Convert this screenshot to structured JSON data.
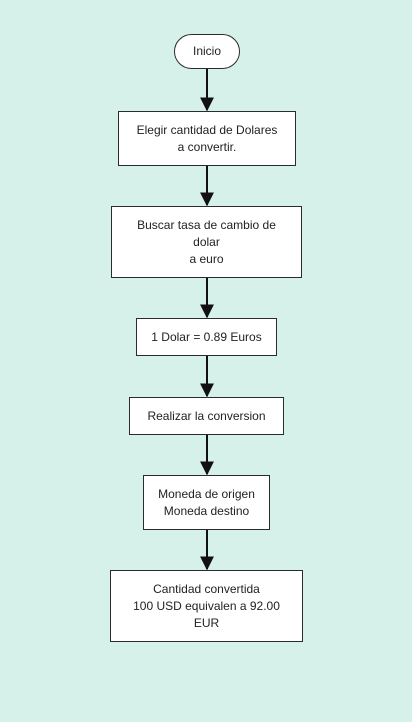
{
  "diagram": {
    "start": "Inicio",
    "steps": [
      "Elegir cantidad de Dolares\na convertir.",
      "Buscar tasa de cambio de\ndolar\na euro",
      "1 Dolar = 0.89 Euros",
      "Realizar la conversion",
      "Moneda de origen\nMoneda destino",
      "Cantidad convertida\n100 USD equivalen a 92.00\nEUR"
    ]
  },
  "colors": {
    "line": "#111111",
    "border": "#2b2b2b",
    "grid": "#d6f0ea"
  }
}
